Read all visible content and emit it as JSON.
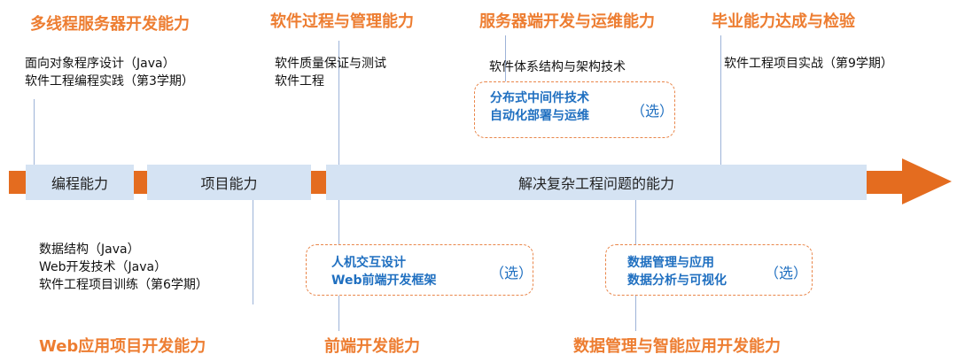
{
  "top_headings": {
    "multithread": "多线程服务器开发能力",
    "process": "软件过程与管理能力",
    "server": "服务器端开发与运维能力",
    "graduation": "毕业能力达成与检验"
  },
  "top_courses": {
    "col1": [
      "面向对象程序设计（Java）",
      "软件工程编程实践（第3学期）"
    ],
    "col2": [
      "软件质量保证与测试",
      "软件工程"
    ],
    "col3": [
      "软件体系结构与架构技术"
    ],
    "col4": [
      "软件工程项目实战（第9学期）"
    ]
  },
  "top_elective": {
    "lines": [
      "分布式中间件技术",
      "自动化部署与运维"
    ],
    "tag": "（选）"
  },
  "timeline": {
    "segments": [
      "编程能力",
      "项目能力",
      "解决复杂工程问题的能力"
    ]
  },
  "bottom_courses": {
    "col1": [
      "数据结构（Java）",
      "Web开发技术（Java）",
      "软件工程项目训练（第6学期）"
    ]
  },
  "bottom_electives": {
    "frontend": {
      "lines": [
        "人机交互设计",
        "Web前端开发框架"
      ],
      "tag": "（选）"
    },
    "data": {
      "lines": [
        "数据管理与应用",
        "数据分析与可视化"
      ],
      "tag": "（选）"
    }
  },
  "bottom_headings": {
    "web": "Web应用项目开发能力",
    "frontend": "前端开发能力",
    "data": "数据管理与智能应用开发能力"
  },
  "colors": {
    "heading": "#ED7D31",
    "arrow": "#E46C1F",
    "segment_fill": "#D5E3F3",
    "elective_text": "#1F6FC0",
    "connector": "#9DB3D8"
  }
}
